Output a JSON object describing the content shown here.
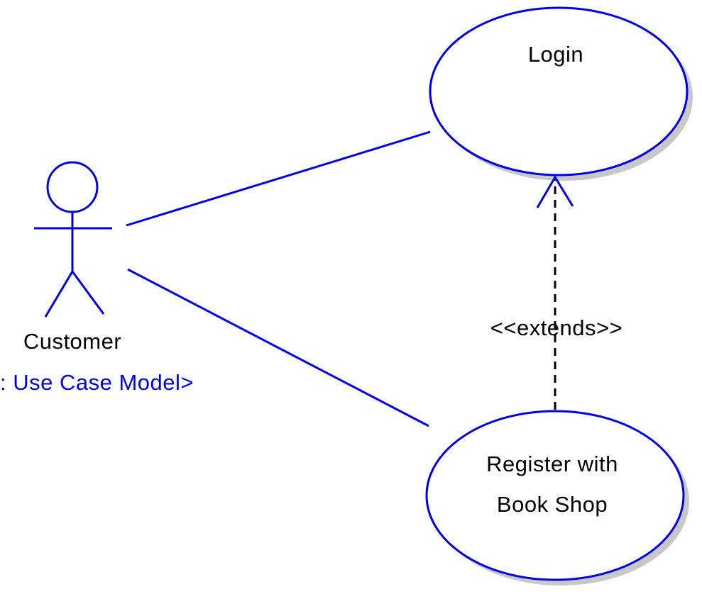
{
  "diagram": {
    "type": "uml-use-case-diagram",
    "colors": {
      "primary": "#0000e6",
      "shadow": "#c8c8c8",
      "ink": "#000000",
      "background": "#ffffff"
    },
    "actor": {
      "name": "Customer",
      "classifier_label": ": Use Case Model>"
    },
    "use_cases": [
      {
        "id": "login",
        "label": "Login"
      },
      {
        "id": "register",
        "label_lines": [
          "Register with",
          "Book Shop"
        ]
      }
    ],
    "relationships": [
      {
        "from": "Customer",
        "to": "Login",
        "type": "association"
      },
      {
        "from": "Customer",
        "to": "Register with Book Shop",
        "type": "association"
      },
      {
        "from": "Register with Book Shop",
        "to": "Login",
        "type": "extend",
        "stereotype": "<<extends>>"
      }
    ]
  }
}
